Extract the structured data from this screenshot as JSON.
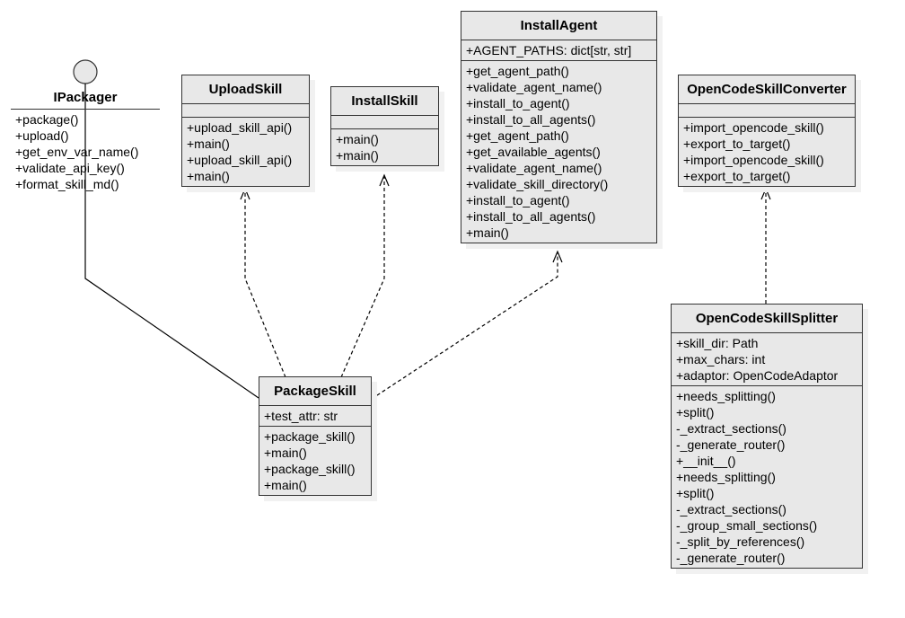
{
  "interface": {
    "name": "IPackager",
    "operations": [
      "+package()",
      "+upload()",
      "+get_env_var_name()",
      "+validate_api_key()",
      "+format_skill_md()"
    ]
  },
  "classes": {
    "upload_skill": {
      "name": "UploadSkill",
      "attributes": [],
      "operations": [
        "+upload_skill_api()",
        "+main()",
        "+upload_skill_api()",
        "+main()"
      ]
    },
    "install_skill": {
      "name": "InstallSkill",
      "attributes": [],
      "operations": [
        "+main()",
        "+main()"
      ]
    },
    "install_agent": {
      "name": "InstallAgent",
      "attributes": [
        "+AGENT_PATHS: dict[str, str]"
      ],
      "operations": [
        "+get_agent_path()",
        "+validate_agent_name()",
        "+install_to_agent()",
        "+install_to_all_agents()",
        "+get_agent_path()",
        "+get_available_agents()",
        "+validate_agent_name()",
        "+validate_skill_directory()",
        "+install_to_agent()",
        "+install_to_all_agents()",
        "+main()"
      ]
    },
    "converter": {
      "name": "OpenCodeSkillConverter",
      "attributes": [],
      "operations": [
        "+import_opencode_skill()",
        "+export_to_target()",
        "+import_opencode_skill()",
        "+export_to_target()"
      ]
    },
    "splitter": {
      "name": "OpenCodeSkillSplitter",
      "attributes": [
        "+skill_dir: Path",
        "+max_chars: int",
        "+adaptor: OpenCodeAdaptor"
      ],
      "operations": [
        "+needs_splitting()",
        "+split()",
        "-_extract_sections()",
        "-_generate_router()",
        "+__init__()",
        "+needs_splitting()",
        "+split()",
        "-_extract_sections()",
        "-_group_small_sections()",
        "-_split_by_references()",
        "-_generate_router()"
      ]
    },
    "package_skill": {
      "name": "PackageSkill",
      "attributes": [
        "+test_attr: str"
      ],
      "operations": [
        "+package_skill()",
        "+main()",
        "+package_skill()",
        "+main()"
      ]
    }
  },
  "relations": [
    {
      "from": "package_skill",
      "to": "interface",
      "kind": "realization-lollipop"
    },
    {
      "from": "package_skill",
      "to": "upload_skill",
      "kind": "dependency"
    },
    {
      "from": "package_skill",
      "to": "install_skill",
      "kind": "dependency"
    },
    {
      "from": "package_skill",
      "to": "install_agent",
      "kind": "dependency"
    },
    {
      "from": "splitter",
      "to": "converter",
      "kind": "dependency"
    }
  ]
}
